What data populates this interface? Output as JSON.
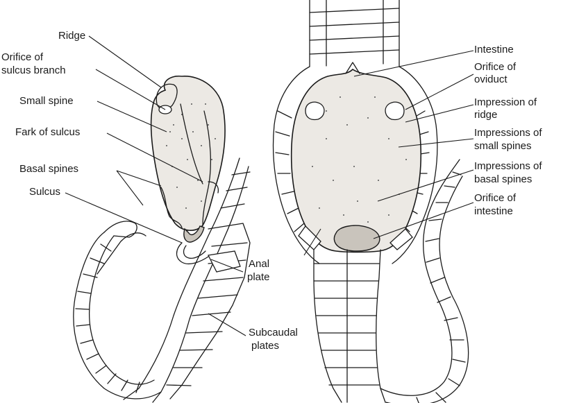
{
  "labels": {
    "ridge": "Ridge",
    "orifice_sulcus_1": "Orifice of",
    "orifice_sulcus_2": "sulcus branch",
    "small_spine": "Small spine",
    "fork_sulcus": "Fark of sulcus",
    "basal_spines": "Basal spines",
    "sulcus": "Sulcus",
    "anal_plate_1": "Anal",
    "anal_plate_2": "plate",
    "subcaudal_1": "Subcaudal",
    "subcaudal_2": "plates",
    "intestine": "Intestine",
    "orifice_oviduct_1": "Orifice of",
    "orifice_oviduct_2": "oviduct",
    "impression_ridge_1": "Impression of",
    "impression_ridge_2": "ridge",
    "impressions_small_1": "Impressions of",
    "impressions_small_2": "small spines",
    "impressions_basal_1": "Impressions of",
    "impressions_basal_2": "basal spines",
    "orifice_intestine_1": "Orifice of",
    "orifice_intestine_2": "intestine"
  },
  "colors": {
    "ink": "#1a1a1a",
    "organ_fill": "#ece9e4",
    "background": "#ffffff"
  }
}
